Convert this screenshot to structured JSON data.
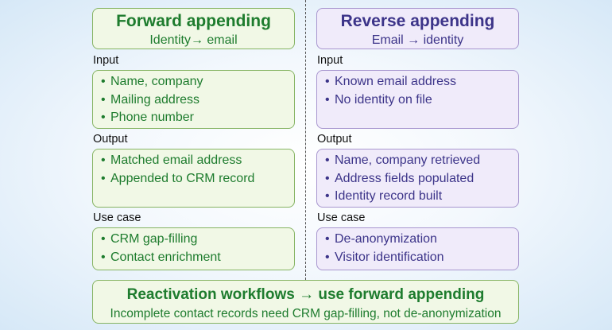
{
  "forward": {
    "title": "Forward appending",
    "subtitle": "Identity→ email",
    "input_label": "Input",
    "input_items": [
      "Name, company",
      "Mailing address",
      "Phone number"
    ],
    "output_label": "Output",
    "output_items": [
      "Matched email address",
      "Appended to CRM record"
    ],
    "usecase_label": "Use case",
    "usecase_items": [
      "CRM gap-filling",
      "Contact enrichment"
    ]
  },
  "reverse": {
    "title": "Reverse appending",
    "subtitle": "Email → identity",
    "input_label": "Input",
    "input_items": [
      "Known email address",
      "No identity on file"
    ],
    "output_label": "Output",
    "output_items": [
      "Name, company retrieved",
      "Address fields populated",
      "Identity record built"
    ],
    "usecase_label": "Use case",
    "usecase_items": [
      "De-anonymization",
      "Visitor identification"
    ]
  },
  "conclusion": {
    "headline": "Reactivation workflows → use forward appending",
    "detail": "Incomplete contact records need CRM gap-filling, not de-anonymization"
  },
  "colors": {
    "green_text": "#1e7c2e",
    "green_fill": "#f1f8e6",
    "purple_text": "#3c3489",
    "purple_fill": "#f0ebfa"
  }
}
